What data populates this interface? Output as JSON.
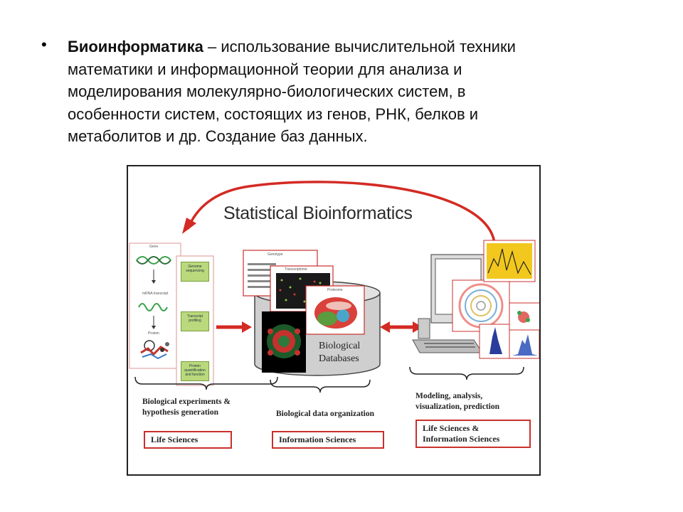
{
  "slide": {
    "bullet_symbol": "•",
    "term": "Биоинформатика",
    "definition_lines": [
      " – использование вычислительной техники",
      "математики и информационной теории для анализа и",
      "моделирования молекулярно-биологических систем, в",
      "особенности систем, состоящих из генов, РНК, белков и",
      "метаболитов и др. Создание баз данных."
    ]
  },
  "figure": {
    "title": "Statistical Bioinformatics",
    "database_label_1": "Biological",
    "database_label_2": "Databases",
    "left_caption_1": "Biological experiments &",
    "left_caption_2": "hypothesis generation",
    "middle_caption": "Biological data organization",
    "right_caption_1": "Modeling, analysis,",
    "right_caption_2": "visualization, prediction",
    "box_left": "Life Sciences",
    "box_middle": "Information Sciences",
    "box_right_1": "Life Sciences &",
    "box_right_2": "Information Sciences",
    "panel_left": {
      "gene": "Gene",
      "mrna": "mRNA transcript",
      "protein": "Protein",
      "steps": [
        "Genome sequencing",
        "Transcript profiling",
        "Protein quantification and function"
      ]
    },
    "panel_middle": {
      "genotype": "Genotype",
      "transcriptome": "Transcriptome",
      "proteome": "Proteome"
    },
    "colors": {
      "arrow_red": "#d42a24",
      "box_red": "#c9302c",
      "step_green": "#b9d97c"
    }
  }
}
